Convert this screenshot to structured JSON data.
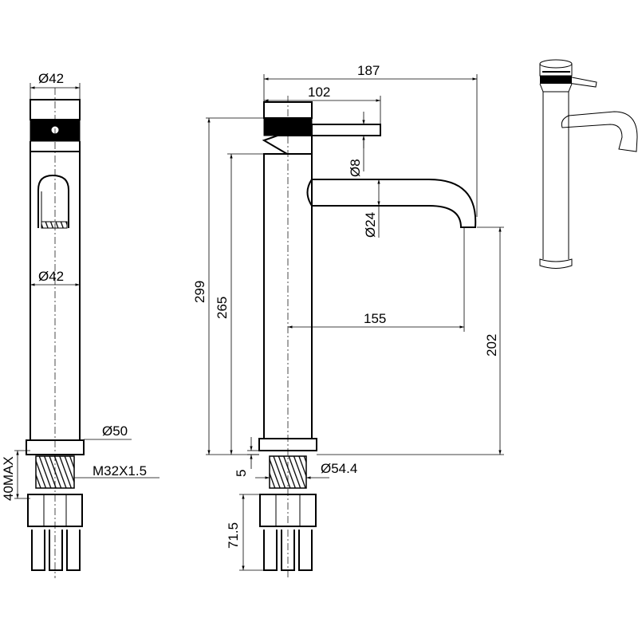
{
  "dimensions": {
    "front_top_dia": "Ø42",
    "front_body_dia": "Ø42",
    "front_base_dia": "Ø50",
    "front_thread": "M32X1.5",
    "front_max_counter": "40MAX",
    "side_total_reach": "187",
    "side_handle_reach": "102",
    "side_handle_dia": "Ø8",
    "side_spout_dia": "Ø24",
    "side_total_height": "299",
    "side_body_height": "265",
    "side_spout_reach": "155",
    "side_outlet_height": "202",
    "side_base_height": "5",
    "side_base_dia": "Ø54.4",
    "side_shank_length": "71.5"
  }
}
